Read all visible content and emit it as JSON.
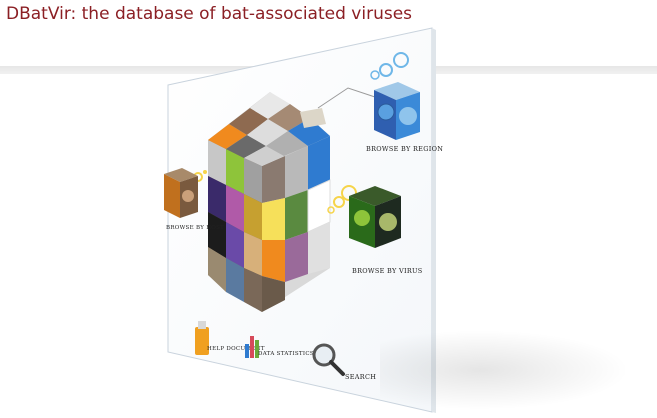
{
  "page": {
    "title": "DBatVir: the database of bat-associated viruses"
  },
  "menu": {
    "browse_host": "BROWSE BY HOST",
    "browse_region": "BROWSE BY REGION",
    "browse_virus": "BROWSE BY VIRUS",
    "help_document": "HELP DOCUMENT",
    "data_statistics": "DATA STATISTICS",
    "search": "SEARCH"
  },
  "colors": {
    "title": "#8b1f24",
    "cube_orange": "#f08a1e",
    "cube_blue": "#2f7bd0",
    "cube_green": "#8ec43a",
    "cube_purple": "#6a4aa8",
    "bubble_yellow": "#f6d44a",
    "bubble_blue": "#6fb7e8"
  }
}
